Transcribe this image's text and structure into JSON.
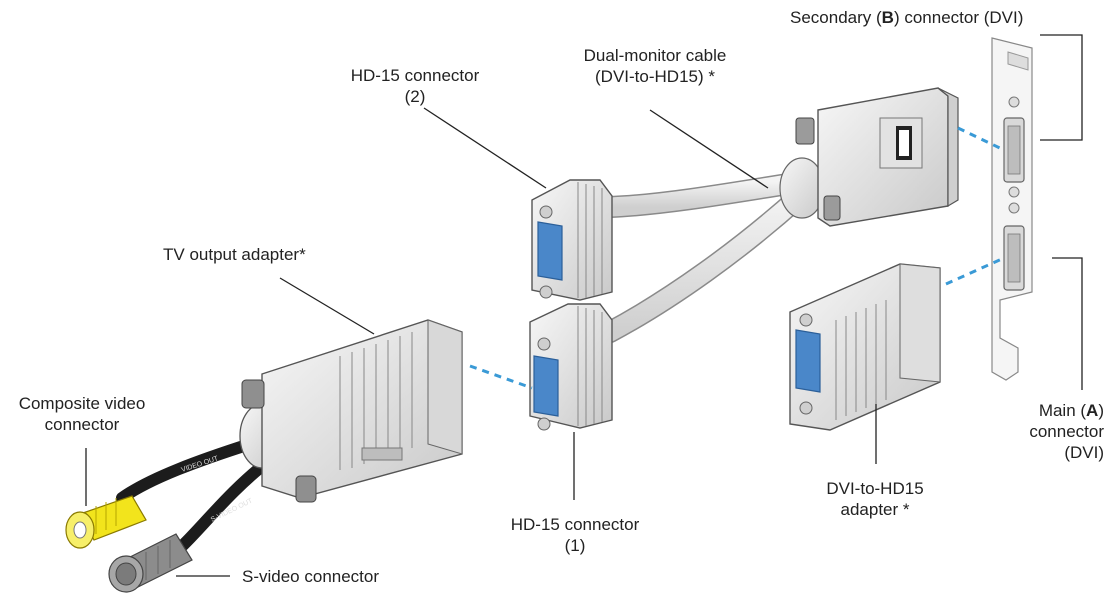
{
  "labels": {
    "secondary": {
      "pre": "Secondary (",
      "letter": "B",
      "post": ") connector (DVI)"
    },
    "dual_cable": {
      "line1": "Dual-monitor cable",
      "line2": "(DVI-to-HD15) *"
    },
    "hd15_top": {
      "line1": "HD-15 connector",
      "line2": "(2)"
    },
    "tv_adapter": {
      "text": "TV output adapter*"
    },
    "composite": {
      "line1": "Composite video",
      "line2": "connector"
    },
    "svideo": {
      "text": "S-video connector"
    },
    "hd15_bottom": {
      "line1": "HD-15 connector",
      "line2": "(1)"
    },
    "dvi_hd15": {
      "line1": "DVI-to-HD15",
      "line2": "adapter *"
    },
    "main": {
      "line1_pre": "Main (",
      "letter": "A",
      "line1_post": ")",
      "line2": "connector",
      "line3": "(DVI)"
    }
  },
  "cable_text": {
    "composite": "VIDEO OUT",
    "svideo": "S-VIDEO OUT"
  },
  "colors": {
    "line": "#222222",
    "dashed": "#3a9ad6",
    "metal": "#e6e6e6",
    "metal_dark": "#9a9a9a",
    "pin_blue": "#4a87c9",
    "rca_yellow": "#f2e41c",
    "cable_black": "#1c1c1c",
    "svideo_grey": "#8c8c8c"
  }
}
